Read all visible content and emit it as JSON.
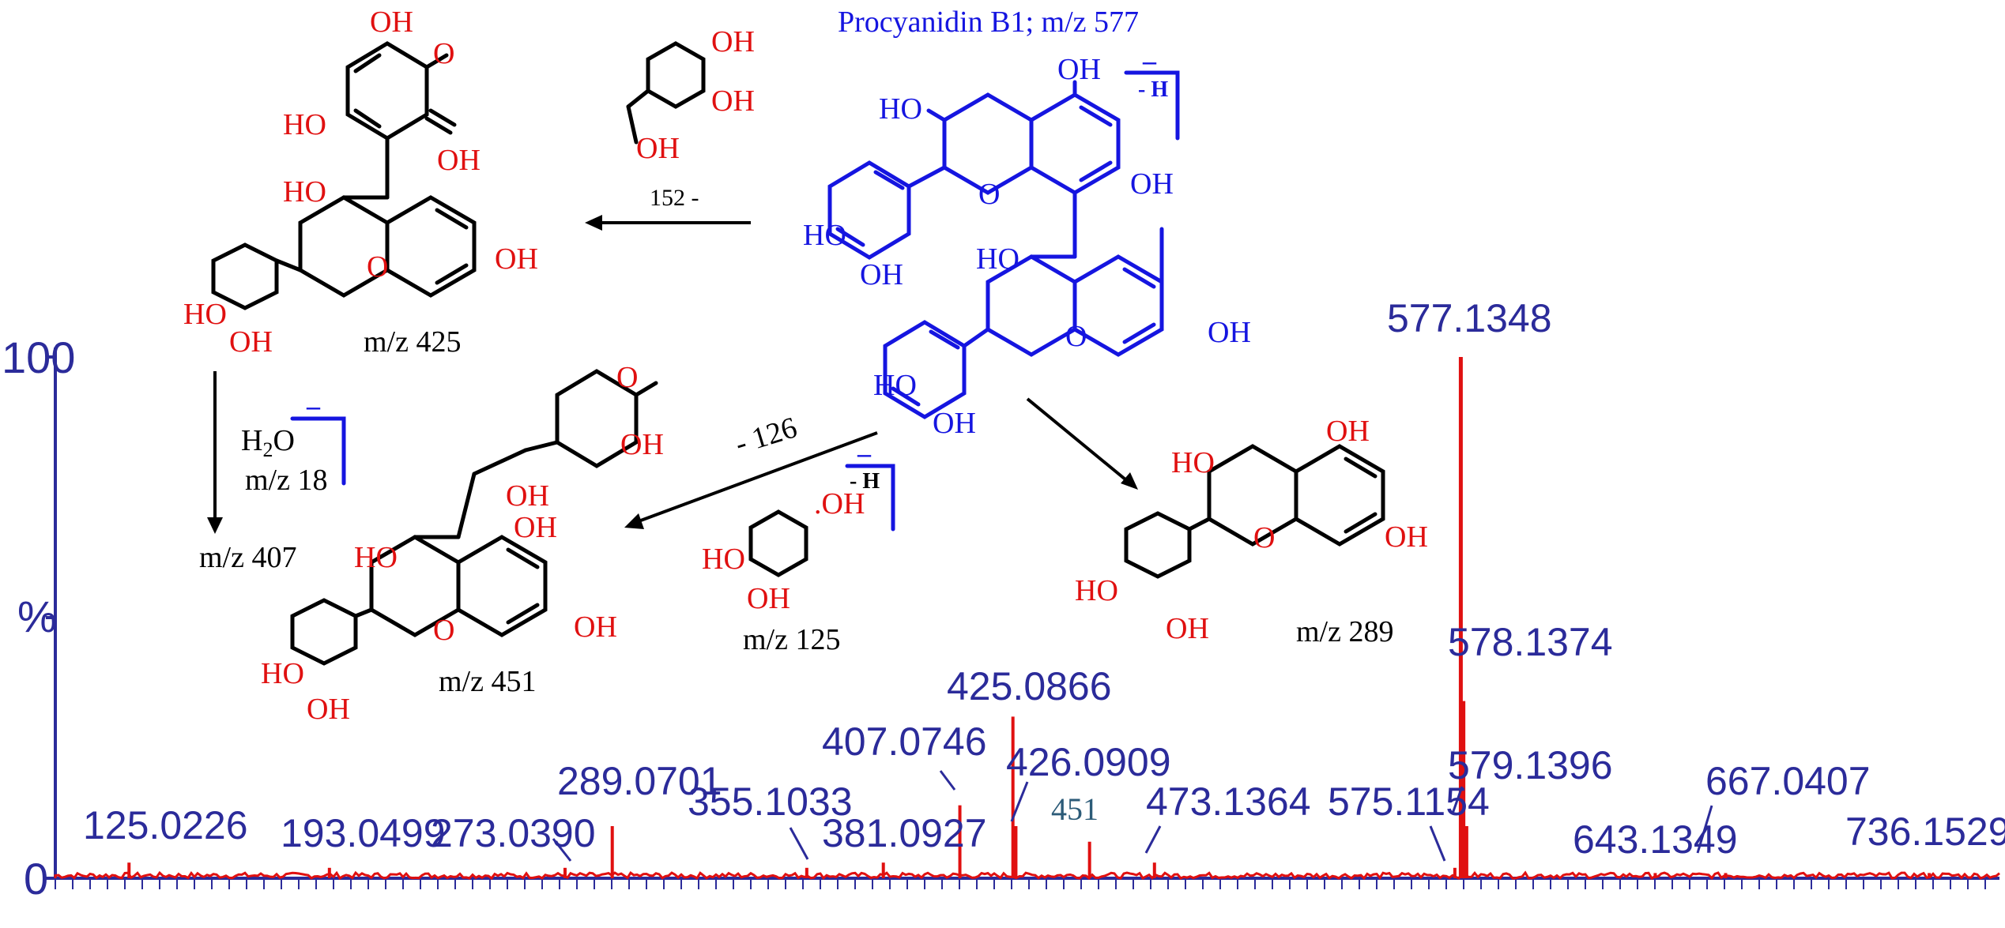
{
  "title": "Procyanidin B1; m/z 577",
  "labels": {
    "mz425": "m/z 425",
    "loss152": "152 -",
    "water": "H",
    "water_sub": "2",
    "water_o": "O",
    "mz18": "m/z 18",
    "mz407": "m/z 407",
    "loss126": "- 126",
    "mz125": "m/z 125",
    "mz451": "m/z 451",
    "mz289": "m/z 289",
    "minusH": "- H",
    "charge": "–",
    "oh": "OH",
    "ho": "HO",
    "o": "O",
    "ring_o": "O",
    "dot_oh": ".OH"
  },
  "chart_data": {
    "type": "mass-spectrum",
    "y_ticks": [
      "100",
      "%",
      "0"
    ],
    "ylim": [
      0,
      100
    ],
    "xlim": [
      100,
      760
    ],
    "peaks": [
      {
        "mz": 125.0226,
        "intensity": 3,
        "label": "125.0226"
      },
      {
        "mz": 193.0499,
        "intensity": 2,
        "label": "193.0499"
      },
      {
        "mz": 273.039,
        "intensity": 2,
        "label": "273.0390"
      },
      {
        "mz": 289.0701,
        "intensity": 10,
        "label": "289.0701"
      },
      {
        "mz": 355.1033,
        "intensity": 2,
        "label": "355.1033"
      },
      {
        "mz": 381.0927,
        "intensity": 3,
        "label": "381.0927"
      },
      {
        "mz": 407.0746,
        "intensity": 14,
        "label": "407.0746"
      },
      {
        "mz": 425.0866,
        "intensity": 31,
        "label": "425.0866"
      },
      {
        "mz": 426.0909,
        "intensity": 10,
        "label": "426.0909"
      },
      {
        "mz": 451.1,
        "intensity": 7,
        "label": "451"
      },
      {
        "mz": 473.1364,
        "intensity": 3,
        "label": "473.1364"
      },
      {
        "mz": 575.1154,
        "intensity": 2,
        "label": "575.1154"
      },
      {
        "mz": 577.1348,
        "intensity": 100,
        "label": "577.1348"
      },
      {
        "mz": 578.1374,
        "intensity": 34,
        "label": "578.1374"
      },
      {
        "mz": 579.1396,
        "intensity": 10,
        "label": "579.1396"
      },
      {
        "mz": 643.1349,
        "intensity": 1,
        "label": "643.1349"
      },
      {
        "mz": 667.0407,
        "intensity": 1,
        "label": "667.0407"
      },
      {
        "mz": 736.1529,
        "intensity": 1,
        "label": "736.1529"
      }
    ]
  },
  "colors": {
    "spectrum": "#e01010",
    "axis": "#2b2b9a",
    "procyanidin": "#1515e0",
    "hydroxyl": "#e01010",
    "bonds": "#000000"
  }
}
